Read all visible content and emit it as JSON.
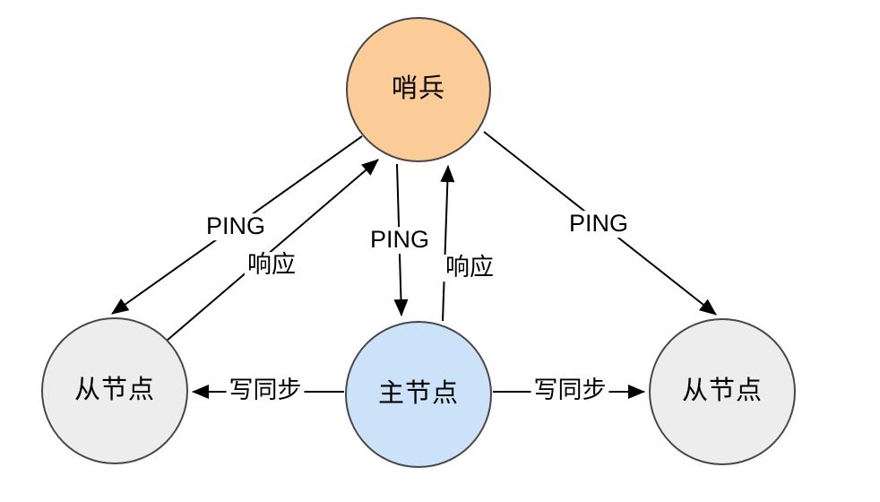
{
  "diagram": {
    "title": "redis-sentinel-topology",
    "background_color": "#ffffff",
    "node_stroke_color": "#474747",
    "arrow_color": "#000000",
    "nodes": {
      "sentinel": {
        "label": "哨兵",
        "fill": "#fbcb98"
      },
      "master": {
        "label": "主节点",
        "fill": "#cce2f8"
      },
      "slave_left": {
        "label": "从节点",
        "fill": "#ededed"
      },
      "slave_right": {
        "label": "从节点",
        "fill": "#ededed"
      }
    },
    "edges": {
      "ping_left": {
        "label": "PING",
        "from": "sentinel",
        "to": "slave_left"
      },
      "resp_left": {
        "label": "响应",
        "from": "slave_left",
        "to": "sentinel"
      },
      "ping_mid": {
        "label": "PING",
        "from": "sentinel",
        "to": "master"
      },
      "resp_mid": {
        "label": "响应",
        "from": "master",
        "to": "sentinel"
      },
      "ping_right": {
        "label": "PING",
        "from": "sentinel",
        "to": "slave_right"
      },
      "sync_left": {
        "label": "写同步",
        "from": "master",
        "to": "slave_left"
      },
      "sync_right": {
        "label": "写同步",
        "from": "master",
        "to": "slave_right"
      }
    }
  }
}
